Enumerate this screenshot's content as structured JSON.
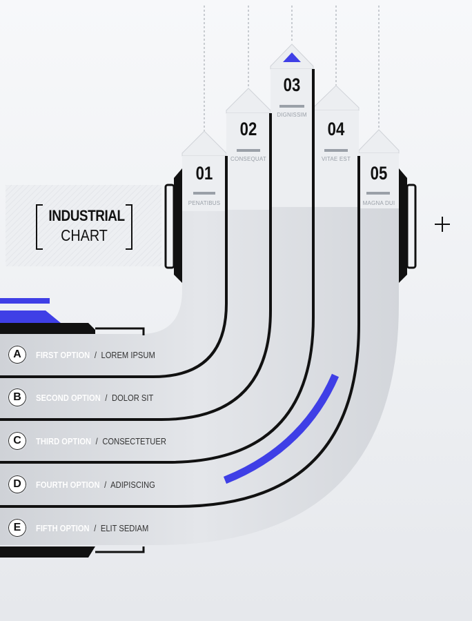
{
  "title": {
    "line1": "INDUSTRIAL",
    "line2": "CHART"
  },
  "colors": {
    "accent": "#3f3fe6",
    "band": "#d9dbdf",
    "stroke": "#111111",
    "label": "#ffffff"
  },
  "steps": [
    {
      "number": "01",
      "label": "PENATIBUS"
    },
    {
      "number": "02",
      "label": "CONSEQUAT"
    },
    {
      "number": "03",
      "label": "DIGNISSIM"
    },
    {
      "number": "04",
      "label": "VITAE EST"
    },
    {
      "number": "05",
      "label": "MAGNA DUI"
    }
  ],
  "options": [
    {
      "letter": "A",
      "main": "FIRST OPTION",
      "sub": "LOREM IPSUM"
    },
    {
      "letter": "B",
      "main": "SECOND OPTION",
      "sub": "DOLOR SIT"
    },
    {
      "letter": "C",
      "main": "THIRD OPTION",
      "sub": "CONSECTETUER"
    },
    {
      "letter": "D",
      "main": "FOURTH OPTION",
      "sub": "ADIPISCING"
    },
    {
      "letter": "E",
      "main": "FIFTH OPTION",
      "sub": "ELIT SEDIAM"
    }
  ],
  "separator": "/",
  "icons": {
    "plus": "plus-icon"
  }
}
